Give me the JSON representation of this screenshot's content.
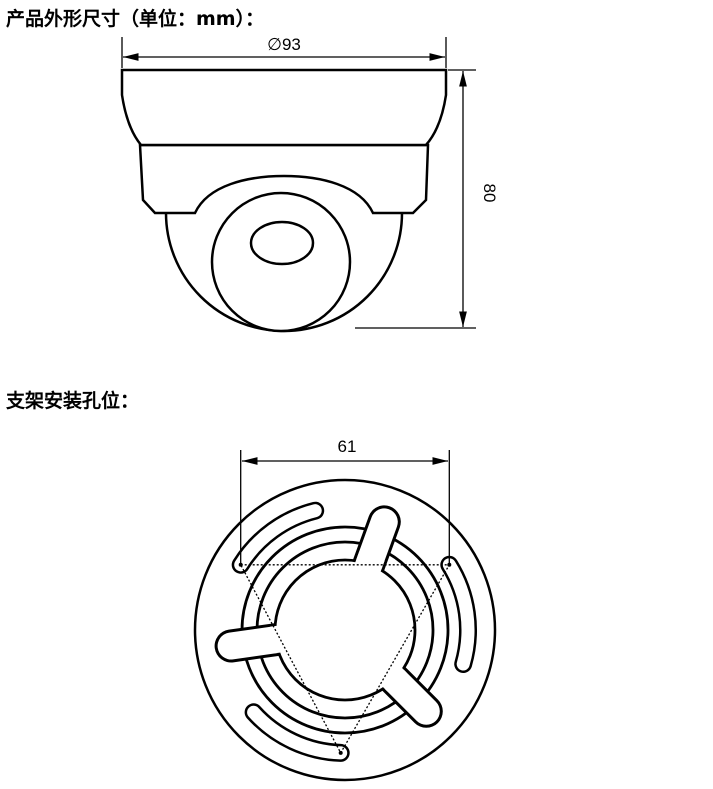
{
  "section1": {
    "heading": "产品外形尺寸（单位：mm）：",
    "diameter_label": "∅93",
    "height_label": "80"
  },
  "section2": {
    "heading": "支架安装孔位：",
    "hole_spacing_label": "61"
  }
}
